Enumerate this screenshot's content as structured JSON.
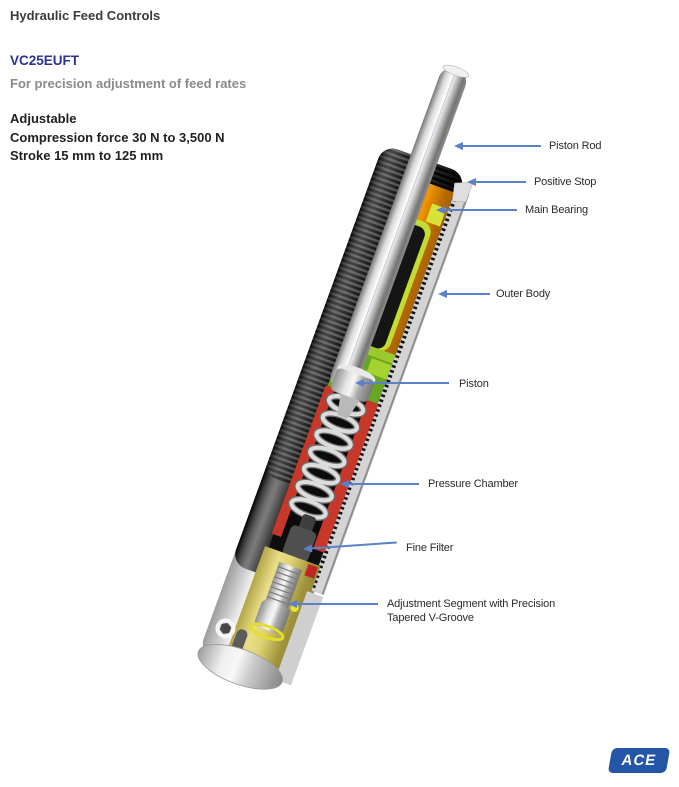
{
  "page": {
    "title": "Hydraulic Feed Controls"
  },
  "product": {
    "model": "VC25EUFT",
    "tagline": "For precision adjustment of feed rates",
    "specs": [
      "Adjustable",
      "Compression force 30 N to 3,500 N",
      "Stroke 15 mm to 125 mm"
    ]
  },
  "diagram": {
    "illustration": "hydraulic-feed-control-cutaway",
    "labels": [
      {
        "text": "Piston Rod"
      },
      {
        "text": "Positive Stop"
      },
      {
        "text": "Main Bearing"
      },
      {
        "text": "Outer Body"
      },
      {
        "text": "Piston"
      },
      {
        "text": "Pressure Chamber"
      },
      {
        "text": "Fine Filter"
      },
      {
        "text": "Adjustment Segment with Precision",
        "text2": "Tapered V-Groove"
      }
    ]
  },
  "logo": {
    "text": "ACE"
  },
  "colors": {
    "arrow_blue": "#5b82c8",
    "model_blue": "#2e3192",
    "logo_blue": "#2456a8",
    "title_gray": "#3b3b3b",
    "tagline_gray": "#8a8a8a",
    "body_black": "#141414",
    "bearing_orange": "#f09400",
    "seal_green": "#67a722",
    "chamber_red": "#c7372a",
    "segment_yellow": "#e0d375"
  }
}
